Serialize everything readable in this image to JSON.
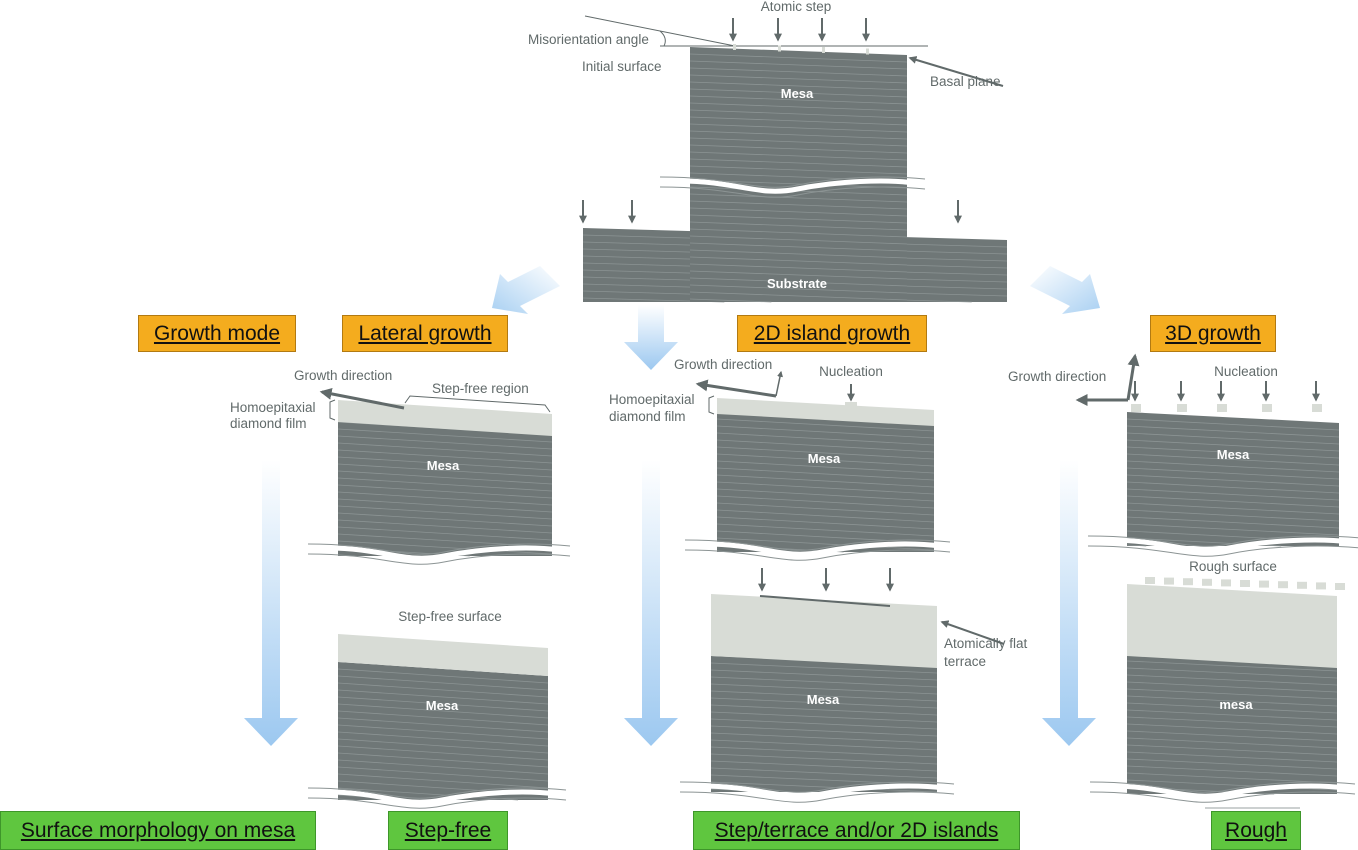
{
  "colors": {
    "mesa_fill": "#6f7777",
    "mesa_line": "#8c9494",
    "film_fill": "#d8dcd6",
    "film_line": "#a4aaa4",
    "arrow_text": "#616a6a",
    "flow_arrow": "#9cc8f0",
    "mode_box": "#f4ac1e",
    "morph_box": "#5fc63f"
  },
  "top": {
    "atomic_step": "Atomic step",
    "misorientation_angle": "Misorientation angle",
    "initial_surface": "Initial surface",
    "basal_plane": "Basal plane",
    "mesa": "Mesa",
    "substrate": "Substrate"
  },
  "growth_mode_boxes": {
    "header": "Growth mode",
    "lateral": "Lateral growth",
    "island_2d": "2D island growth",
    "growth_3d": "3D growth"
  },
  "morphology_boxes": {
    "header": "Surface morphology on mesa",
    "step_free": "Step-free",
    "step_terrace": "Step/terrace and/or 2D islands",
    "rough": "Rough"
  },
  "lateral": {
    "growth_direction": "Growth direction",
    "step_free_region": "Step-free region",
    "film_line1": "Homoepitaxial",
    "film_line2": "diamond film",
    "mesa": "Mesa",
    "step_free_surface": "Step-free surface",
    "mesa_bottom": "Mesa"
  },
  "island": {
    "growth_direction": "Growth direction",
    "nucleation": "Nucleation",
    "film_line1": "Homoepitaxial",
    "film_line2": "diamond film",
    "mesa": "Mesa",
    "flat_line1": "Atomically flat",
    "flat_line2": "terrace",
    "mesa_bottom": "Mesa"
  },
  "growth3d": {
    "growth_direction": "Growth direction",
    "nucleation": "Nucleation",
    "mesa": "Mesa",
    "rough_surface": "Rough surface",
    "mesa_bottom": "mesa"
  }
}
